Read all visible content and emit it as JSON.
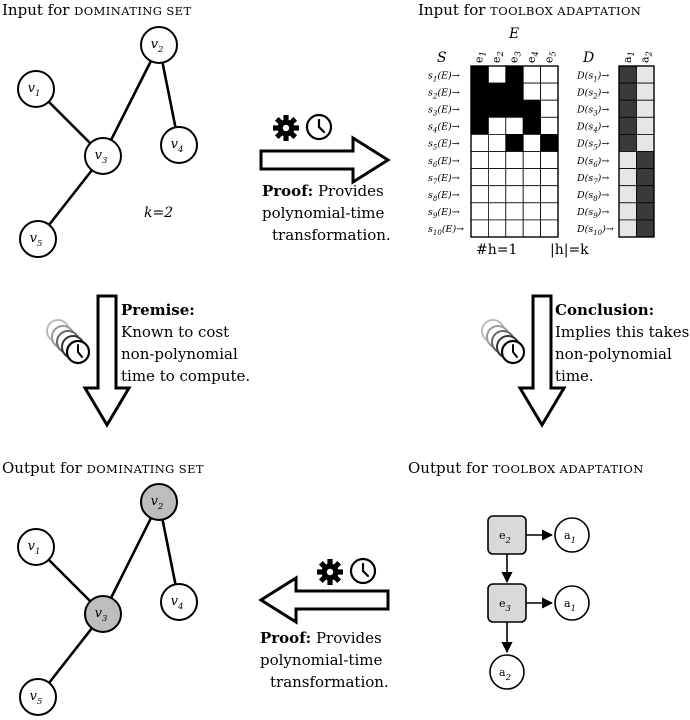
{
  "titles": {
    "ds_input": {
      "prefix": "Input for ",
      "sc": "DOMINATING SET"
    },
    "ta_input": {
      "prefix": "Input for ",
      "sc": "TOOLBOX ADAPTATION"
    },
    "ds_output": {
      "prefix": "Output for ",
      "sc": "DOMINATING SET"
    },
    "ta_output": {
      "prefix": "Output for ",
      "sc": "TOOLBOX ADAPTATION"
    }
  },
  "graph": {
    "nodes": [
      {
        "id": "v1",
        "label": "v",
        "sub": "1"
      },
      {
        "id": "v2",
        "label": "v",
        "sub": "2"
      },
      {
        "id": "v3",
        "label": "v",
        "sub": "3"
      },
      {
        "id": "v4",
        "label": "v",
        "sub": "4"
      },
      {
        "id": "v5",
        "label": "v",
        "sub": "5"
      }
    ],
    "edges": [
      [
        "v1",
        "v3"
      ],
      [
        "v2",
        "v3"
      ],
      [
        "v2",
        "v4"
      ],
      [
        "v3",
        "v5"
      ]
    ],
    "k_label": "k=2",
    "highlight_output": [
      "v2",
      "v3"
    ],
    "highlight_color": "#bdbdbd"
  },
  "matrix": {
    "E_label": "E",
    "S_label": "S",
    "D_label": "D",
    "columns": [
      "e1",
      "e2",
      "e3",
      "e4",
      "e5"
    ],
    "a_columns": [
      "a1",
      "a2"
    ],
    "rows": [
      {
        "s": "1",
        "d": "1"
      },
      {
        "s": "2",
        "d": "2"
      },
      {
        "s": "3",
        "d": "3"
      },
      {
        "s": "4",
        "d": "4"
      },
      {
        "s": "5",
        "d": "5"
      },
      {
        "s": "6",
        "d": "6"
      },
      {
        "s": "7",
        "d": "7"
      },
      {
        "s": "8",
        "d": "8"
      },
      {
        "s": "9",
        "d": "9"
      },
      {
        "s": "10",
        "d": "10"
      }
    ],
    "cells": [
      [
        1,
        0,
        1,
        0,
        0
      ],
      [
        1,
        1,
        1,
        0,
        0
      ],
      [
        1,
        1,
        1,
        1,
        0
      ],
      [
        1,
        0,
        0,
        1,
        0
      ],
      [
        0,
        0,
        1,
        0,
        1
      ],
      [
        0,
        0,
        0,
        0,
        0
      ],
      [
        0,
        0,
        0,
        0,
        0
      ],
      [
        0,
        0,
        0,
        0,
        0
      ],
      [
        0,
        0,
        0,
        0,
        0
      ],
      [
        0,
        0,
        0,
        0,
        0
      ]
    ],
    "a_cells": [
      [
        2,
        0
      ],
      [
        2,
        0
      ],
      [
        2,
        0
      ],
      [
        2,
        0
      ],
      [
        2,
        0
      ],
      [
        0,
        2
      ],
      [
        0,
        2
      ],
      [
        0,
        2
      ],
      [
        0,
        2
      ],
      [
        0,
        2
      ]
    ],
    "footer_left": "#h=1",
    "footer_right": "|h|=k",
    "colors": {
      "black": "#000000",
      "dark": "#3a3a3a",
      "light": "#e6e6e6"
    }
  },
  "proof_top": {
    "bold": "Proof:",
    "line1": " Provides",
    "line2": "polynomial-time",
    "line3": "transformation."
  },
  "proof_bottom": {
    "bold": "Proof:",
    "line1": " Provides",
    "line2": "polynomial-time",
    "line3": "transformation."
  },
  "premise": {
    "bold": "Premise:",
    "line1": "Known to cost",
    "line2": "non-polynomial",
    "line3": "time to compute."
  },
  "conclusion": {
    "bold": "Conclusion:",
    "line1": "Implies this takes",
    "line2": "non-polynomial",
    "line3": "time."
  },
  "flow": {
    "nodes": [
      {
        "id": "e2",
        "label": "e",
        "sub": "2",
        "kind": "box"
      },
      {
        "id": "e3",
        "label": "e",
        "sub": "3",
        "kind": "box"
      },
      {
        "id": "a1_top",
        "label": "a",
        "sub": "1",
        "kind": "circle"
      },
      {
        "id": "a1_mid",
        "label": "a",
        "sub": "1",
        "kind": "circle"
      },
      {
        "id": "a2",
        "label": "a",
        "sub": "2",
        "kind": "circle"
      }
    ],
    "box_color": "#d9d9d9"
  },
  "icons": [
    "gear-icon",
    "clock-icon",
    "stacked-clocks-icon"
  ]
}
